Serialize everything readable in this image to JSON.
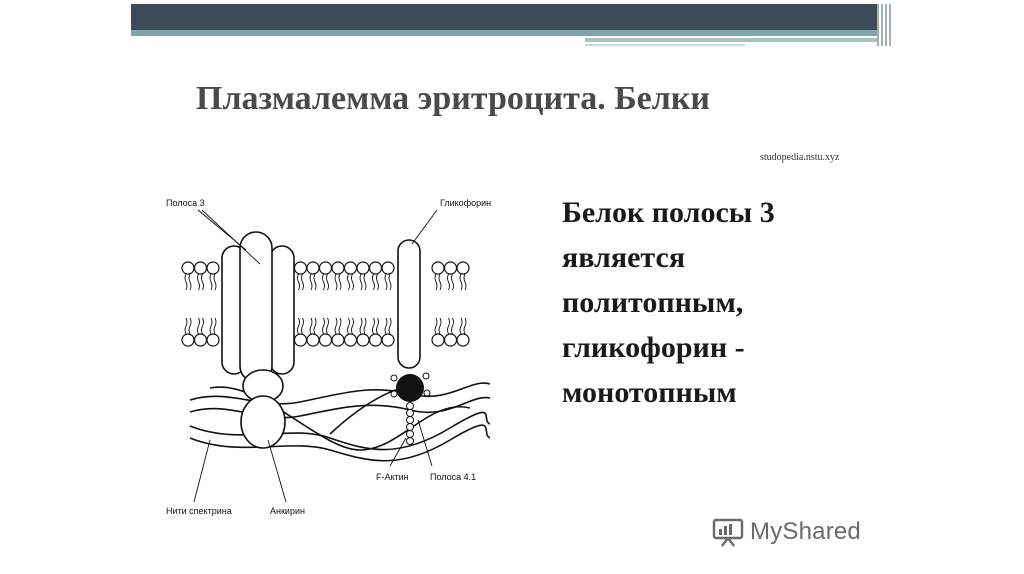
{
  "slide": {
    "title": "Плазмалемма эритроцита. Белки",
    "source": "studopedia.nstu.xyz",
    "statement_lines": [
      "Белок полосы 3",
      "является",
      "политопным,",
      "гликофорин -",
      "монотопным"
    ]
  },
  "diagram": {
    "labels": {
      "band3": "Полоса 3",
      "glycophorin": "Гликофорин",
      "f_actin": "F-Актин",
      "band41": "Полоса 4.1",
      "spectrin": "Нити спектрина",
      "ankyrin": "Анкирин"
    }
  },
  "watermark": {
    "text": "MyShared",
    "icon": "presentation-board-icon"
  },
  "colors": {
    "header_dark": "#3d4a57",
    "header_teal": "#7fa6ac",
    "title": "#4a4a4a"
  }
}
